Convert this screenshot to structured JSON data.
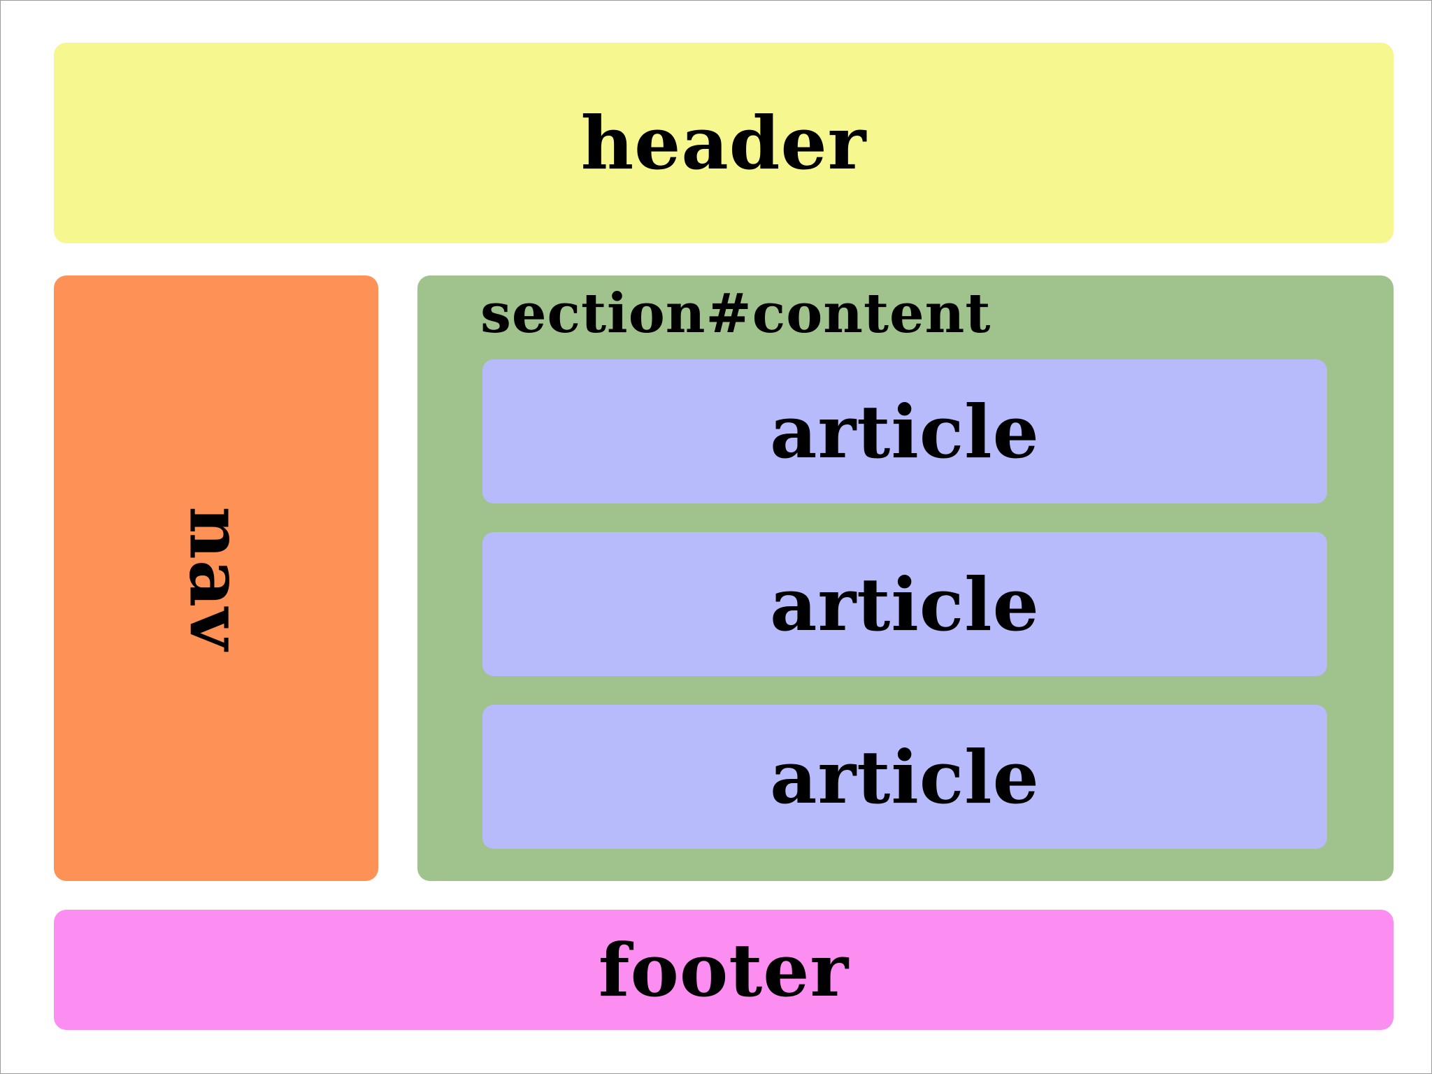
{
  "colors": {
    "header": "#f7f78f",
    "nav": "#fe9155",
    "section": "#a0c28c",
    "article": "#b8bbfb",
    "footer": "#fd8ef1"
  },
  "header": {
    "label": "header"
  },
  "nav": {
    "label": "nav"
  },
  "section": {
    "label": "section#content",
    "articles": [
      {
        "label": "article"
      },
      {
        "label": "article"
      },
      {
        "label": "article"
      }
    ]
  },
  "footer": {
    "label": "footer"
  }
}
